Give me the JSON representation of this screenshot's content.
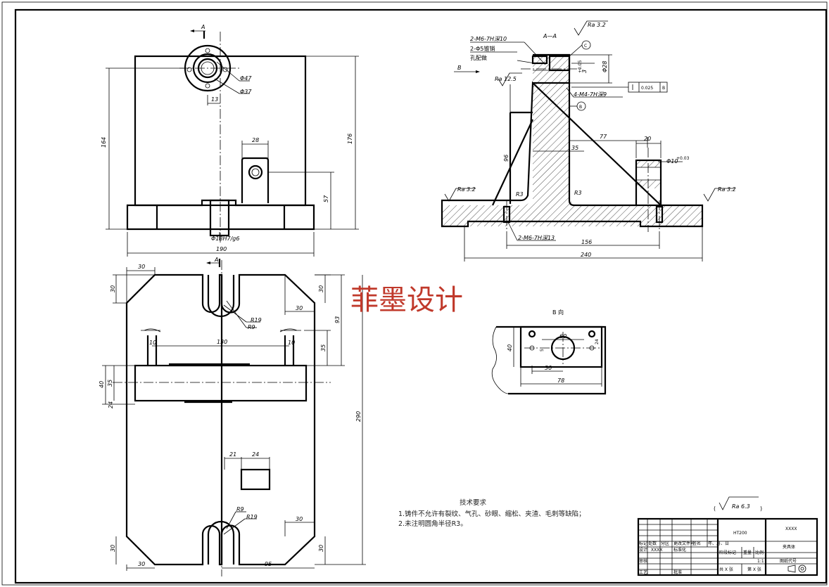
{
  "watermark": "菲墨设计",
  "section_label": "A—A",
  "view_b_label": "B 向",
  "marks": {
    "a_top": "A",
    "a_mid": "A",
    "b_arrow": "B",
    "c_datum": "C",
    "b_datum": "B"
  },
  "front_view": {
    "dims": {
      "w190": "190",
      "h164": "164",
      "h176": "176",
      "h57": "57",
      "w28": "28",
      "d13": "13",
      "dia47": "Φ47",
      "dia37": "Φ37",
      "fit": "Φ18H7/g6"
    }
  },
  "plan_view": {
    "dims": {
      "c30_tl": "30",
      "c30_tl_v": "30",
      "c30_tr": "30",
      "c30_tr_v": "30",
      "h93": "93",
      "r19_top": "R19",
      "r9_top": "R9",
      "w10_l": "10",
      "w10_r": "10",
      "w130": "130",
      "h35_r": "35",
      "h40_l": "40",
      "h35_l": "35",
      "h24": "24",
      "h290": "290",
      "w21": "21",
      "w24": "24",
      "r9_bot": "R9",
      "r19_bot": "R19",
      "c30_br": "30",
      "c30_br_v": "30",
      "c30_bl": "30",
      "c30_bl_v": "30",
      "w95": "95"
    }
  },
  "section_view": {
    "dims": {
      "hole1": "2-M6-7H深10",
      "pin": "2-Φ5锥销",
      "pin2": "孔配做",
      "d3": "3",
      "d28": "Φ28",
      "tap4": "4-M4-7H深9",
      "h96": "96",
      "w35": "35",
      "w77": "77",
      "w20": "20",
      "d10": "Φ10",
      "r3_l": "R3",
      "r3_r": "R3",
      "hole2": "2-M6-7H深13",
      "w156": "156",
      "w240": "240",
      "tol1": "+0.05",
      "tol2": "+0.03"
    },
    "rough": {
      "top": "Ra 3.2",
      "left": "Ra 3.2",
      "right": "Ra 3.2",
      "mid": "Ra 12.5"
    },
    "fcf": {
      "tol": "0.025",
      "datum": "B"
    }
  },
  "view_b": {
    "dims": {
      "w60": "60",
      "w30": "30",
      "w78": "78",
      "h40": "40",
      "h5": "5",
      "h24": "24"
    }
  },
  "general_roughness": "Ra 6.3",
  "tech_req": {
    "title": "技术要求",
    "items": [
      "1.铸件不允许有裂纹、气孔、砂眼、缩松、夹渣、毛刺等缺陷；",
      "2.未注明圆角半径R3。"
    ]
  },
  "title_block": {
    "material": "HT200",
    "company": "XXXX",
    "part_name": "夹具体",
    "drawing_no": "图纸代号",
    "scale_label": "比例",
    "scale": "1:1",
    "weight_label": "重量",
    "stage_label": "阶段标记",
    "designer_label": "设计",
    "designer": "XXXX",
    "std_label": "标准化",
    "review_label": "审核",
    "process_label": "工艺",
    "approve_label": "批准",
    "sheet": "共 X 张",
    "sheet2": "第 X 张",
    "mark_label": "标记",
    "count_label": "处数",
    "zone_label": "分区",
    "doc_label": "更改文件号",
    "sign_label": "签名",
    "date_label": "年、月、日"
  },
  "colors": {
    "line": "#000000",
    "watermark": "#c0392b"
  }
}
